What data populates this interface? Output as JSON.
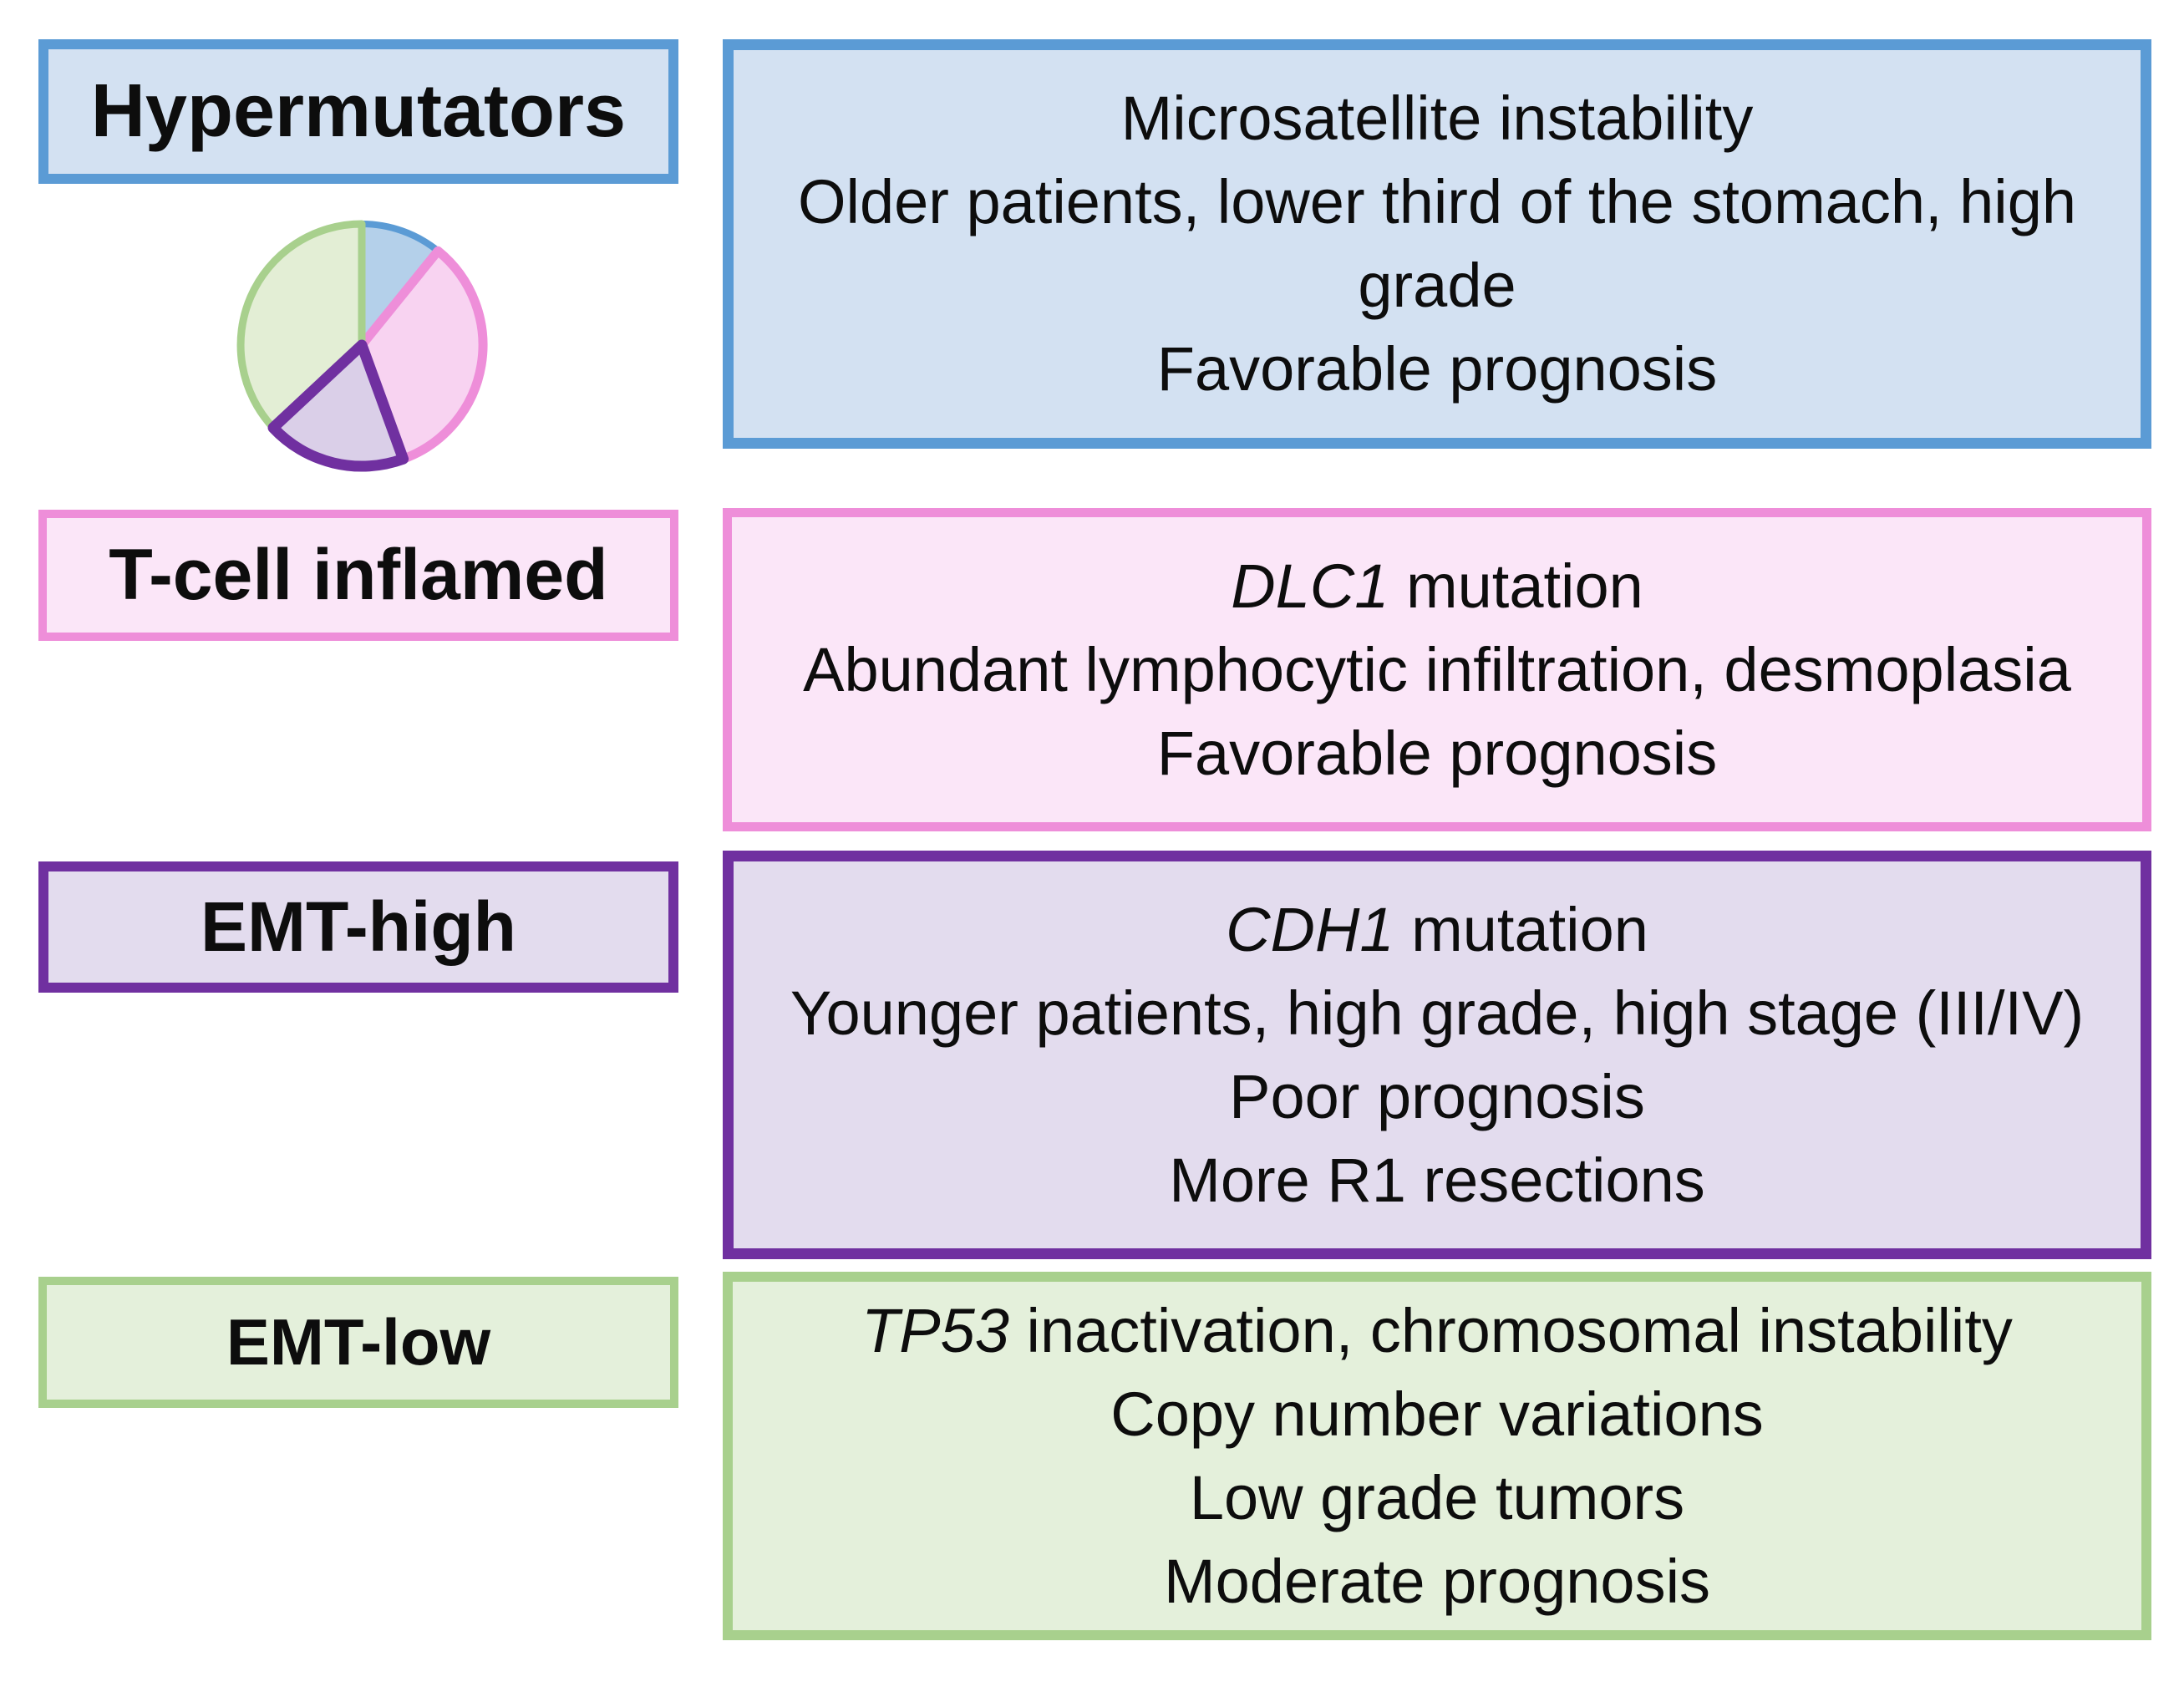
{
  "rows": [
    {
      "label": "Hypermutators",
      "box_fill": "#d3e1f2",
      "box_border": "#5b9bd5",
      "lines": [
        [
          {
            "t": "Microsatellite instability"
          }
        ],
        [
          {
            "t": "Older patients, lower third of the stomach, high"
          }
        ],
        [
          {
            "t": "grade"
          }
        ],
        [
          {
            "t": "Favorable prognosis"
          }
        ]
      ]
    },
    {
      "label": "T-cell inflamed",
      "box_fill": "#fbe6f8",
      "box_border": "#ee8ed9",
      "lines": [
        [
          {
            "t": "DLC1",
            "i": true
          },
          {
            "t": " mutation"
          }
        ],
        [
          {
            "t": "Abundant lymphocytic infiltration, desmoplasia"
          }
        ],
        [
          {
            "t": "Favorable prognosis"
          }
        ]
      ]
    },
    {
      "label": "EMT-high",
      "box_fill": "#e3dcee",
      "box_border": "#7030a0",
      "lines": [
        [
          {
            "t": "CDH1",
            "i": true
          },
          {
            "t": " mutation"
          }
        ],
        [
          {
            "t": "Younger patients, high grade, high stage (III/IV)"
          }
        ],
        [
          {
            "t": "Poor prognosis"
          }
        ],
        [
          {
            "t": "More R1 resections"
          }
        ]
      ]
    },
    {
      "label": "EMT-low",
      "box_fill": "#e4f0db",
      "box_border": "#a8d08d",
      "lines": [
        [
          {
            "t": "TP53",
            "i": true
          },
          {
            "t": " inactivation, chromosomal instability"
          }
        ],
        [
          {
            "t": "Copy number variations"
          }
        ],
        [
          {
            "t": "Low grade tumors"
          }
        ],
        [
          {
            "t": "Moderate prognosis"
          }
        ]
      ]
    }
  ],
  "chart_data": {
    "type": "pie",
    "legend": "none",
    "value_labels": "none",
    "segments": [
      {
        "label": "Hypermutators",
        "percent": 10.8,
        "start_angle_deg": 0,
        "end_angle_deg": 39,
        "fill": "#b4d0ea",
        "stroke": "#5b9bd5"
      },
      {
        "label": "T-cell inflamed",
        "percent": 33.6,
        "start_angle_deg": 39,
        "end_angle_deg": 160,
        "fill": "#f8d3f1",
        "stroke": "#ee8ed9"
      },
      {
        "label": "EMT-high",
        "percent": 18.6,
        "start_angle_deg": 160,
        "end_angle_deg": 227,
        "fill": "#dacfe8",
        "stroke": "#7030a0"
      },
      {
        "label": "EMT-low",
        "percent": 36.9,
        "start_angle_deg": 227,
        "end_angle_deg": 360,
        "fill": "#e3eed5",
        "stroke": "#a8d08d"
      }
    ]
  }
}
